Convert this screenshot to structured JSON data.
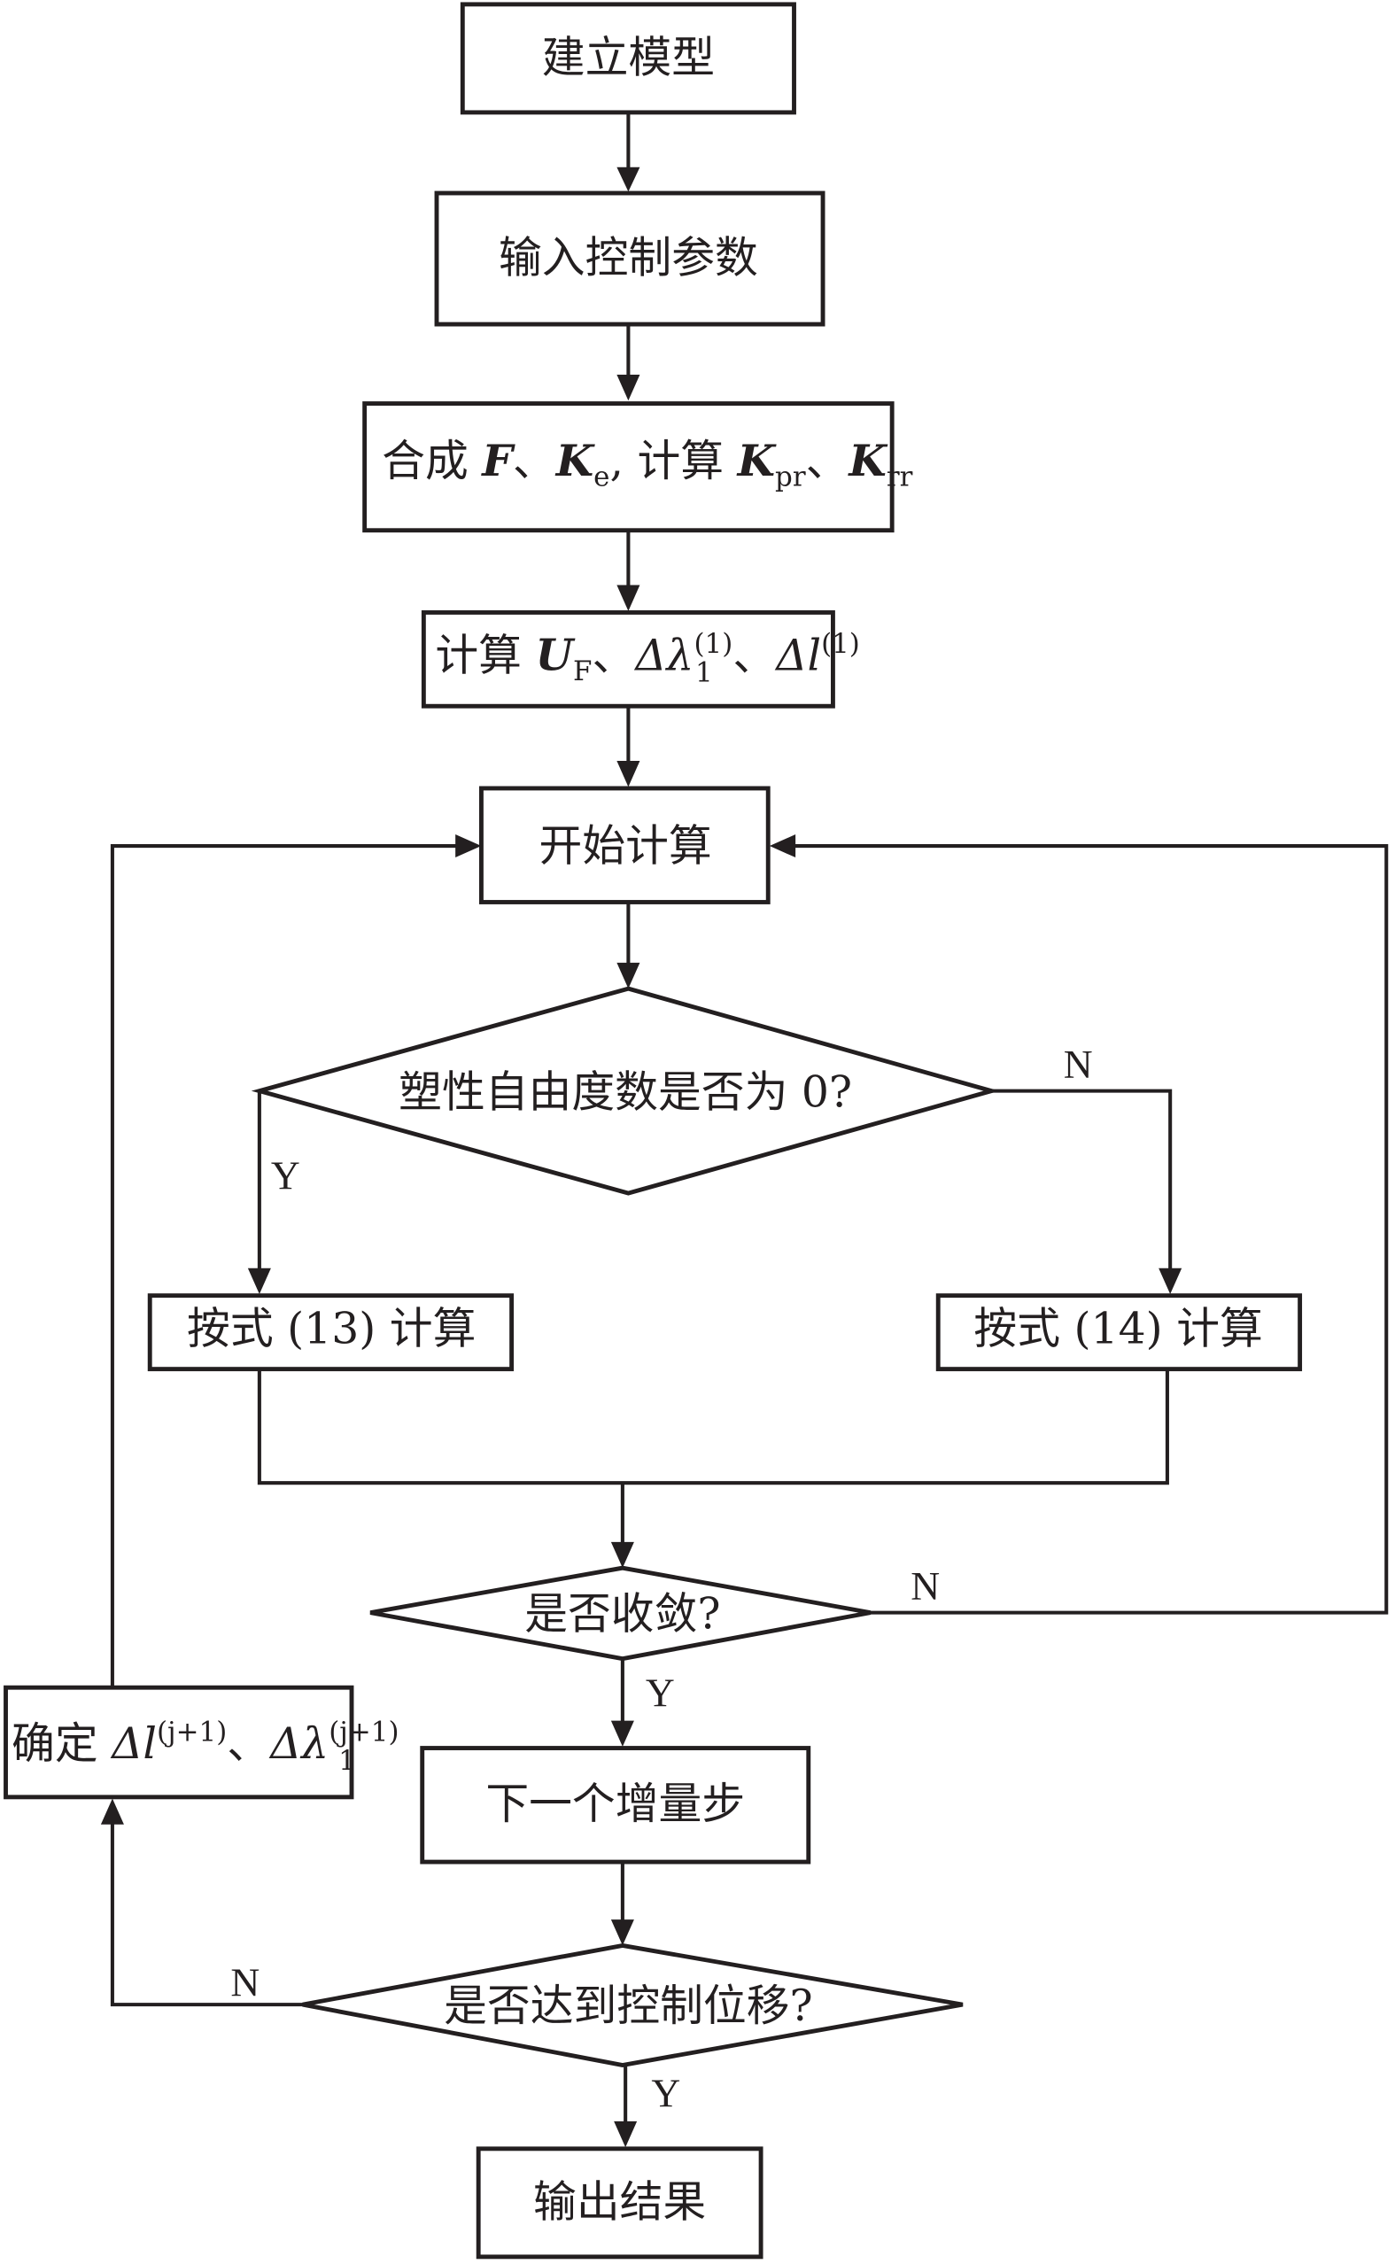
{
  "flowchart": {
    "nodes": {
      "build_model": "建立模型",
      "input_params": "输入控制参数",
      "assemble": {
        "prefix": "合成 ",
        "F": "F",
        "sep1": "、",
        "Ke": "K",
        "Ke_sub": "e",
        "comma": ", 计算 ",
        "Kpr": "K",
        "Kpr_sub": "pr",
        "sep2": "、",
        "Krr": "K",
        "Krr_sub": "rr"
      },
      "compute_uf": {
        "prefix": "计算 ",
        "U": "U",
        "U_sub": "F",
        "sep1": "、",
        "dlambda": "Δλ",
        "dlambda_sup": "(1)",
        "dlambda_sub": "1",
        "sep2": "、",
        "dl": "Δl",
        "dl_sup": "(1)"
      },
      "start_calc": "开始计算",
      "decision_plastic": "塑性自由度数是否为 0?",
      "calc_eq13": "按式 (13) 计算",
      "calc_eq14": "按式 (14) 计算",
      "decision_converge": "是否收敛?",
      "next_step": "下一个增量步",
      "decision_displacement": "是否达到控制位移?",
      "output": "输出结果",
      "determine": {
        "prefix": "确定 ",
        "dl": "Δl",
        "dl_sup": "(j+1)",
        "sep": "、",
        "dlambda": "Δλ",
        "dlambda_sup": "(j+1)",
        "dlambda_sub": "1"
      }
    },
    "edge_labels": {
      "plastic_yes": "Y",
      "plastic_no": "N",
      "converge_no": "N",
      "converge_yes": "Y",
      "displacement_no": "N",
      "displacement_yes": "Y"
    },
    "colors": {
      "stroke": "#231f20",
      "background": "#ffffff"
    }
  }
}
